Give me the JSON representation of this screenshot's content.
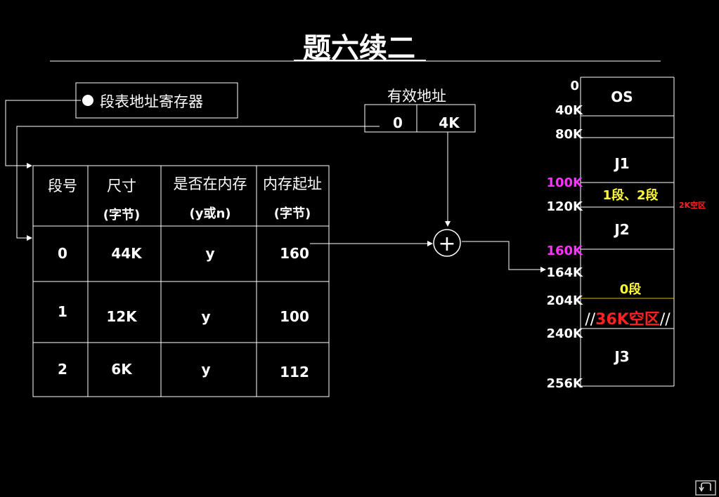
{
  "title": "题六续二",
  "register_label": "段表地址寄存器",
  "logical_address": {
    "label": "有效地址",
    "segment": "0",
    "offset": "4K"
  },
  "segment_table": {
    "headers": [
      {
        "line1": "段号",
        "line2": ""
      },
      {
        "line1": "尺寸",
        "line2": "(字节)"
      },
      {
        "line1": "是否在内存",
        "line2": "(y或n)"
      },
      {
        "line1": "内存起址",
        "line2": "(字节)"
      }
    ],
    "rows": [
      {
        "seg": "0",
        "size": "44K",
        "present": "y",
        "base": "160"
      },
      {
        "seg": "1",
        "size": "12K",
        "present": "y",
        "base": "100"
      },
      {
        "seg": "2",
        "size": "6K",
        "present": "y",
        "base": "112"
      }
    ]
  },
  "adder_symbol": "+",
  "memory": {
    "addresses": [
      {
        "text": "0",
        "color": "#ffffff"
      },
      {
        "text": "40K",
        "color": "#ffffff"
      },
      {
        "text": "80K",
        "color": "#ffffff"
      },
      {
        "text": "100K",
        "color": "#ff33ff"
      },
      {
        "text": "120K",
        "color": "#ffffff"
      },
      {
        "text": "160K",
        "color": "#ff33ff"
      },
      {
        "text": "164K",
        "color": "#ffffff"
      },
      {
        "text": "204K",
        "color": "#ffffff"
      },
      {
        "text": "240K",
        "color": "#ffffff"
      },
      {
        "text": "256K",
        "color": "#ffffff"
      }
    ],
    "regions": {
      "os": "OS",
      "j1": "J1",
      "seg12": "1段、2段",
      "j2": "J2",
      "seg0": "0段",
      "hole_prefix": "//",
      "hole": "36K空区",
      "hole_suffix": "//",
      "j3": "J3"
    },
    "side_note": "2K空区"
  },
  "colors": {
    "background": "#000000",
    "foreground": "#ffffff",
    "segment_label": "#ffff33",
    "hole": "#ff2222",
    "magenta_address": "#ff33ff",
    "side_note": "#ff2222"
  },
  "nav_icon": "return-icon"
}
